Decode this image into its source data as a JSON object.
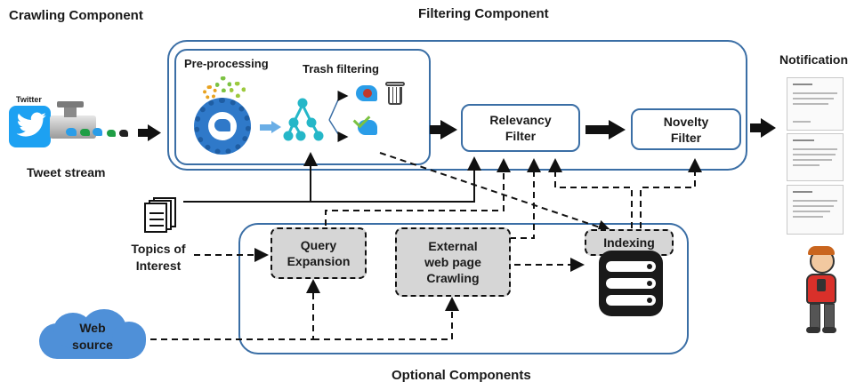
{
  "titles": {
    "crawling": "Crawling Component",
    "filtering": "Filtering Component",
    "notification": "Notification",
    "optional": "Optional Components"
  },
  "labels": {
    "twitter": "Twitter",
    "tweet_stream": "Tweet stream",
    "pre_processing": "Pre-processing",
    "trash_filtering": "Trash filtering",
    "topics_line1": "Topics of",
    "topics_line2": "Interest",
    "web_line1": "Web",
    "web_line2": "source"
  },
  "boxes": {
    "relevancy_line1": "Relevancy",
    "relevancy_line2": "Filter",
    "novelty_line1": "Novelty",
    "novelty_line2": "Filter",
    "query_line1": "Query",
    "query_line2": "Expansion",
    "external_line1": "External",
    "external_line2": "web page",
    "external_line3": "Crawling",
    "indexing": "Indexing"
  },
  "colors": {
    "frame": "#3a6ea5",
    "twitter_blue": "#1da1f2",
    "dashed_box": "#d6d6d6",
    "cloud": "#4f90d8"
  }
}
